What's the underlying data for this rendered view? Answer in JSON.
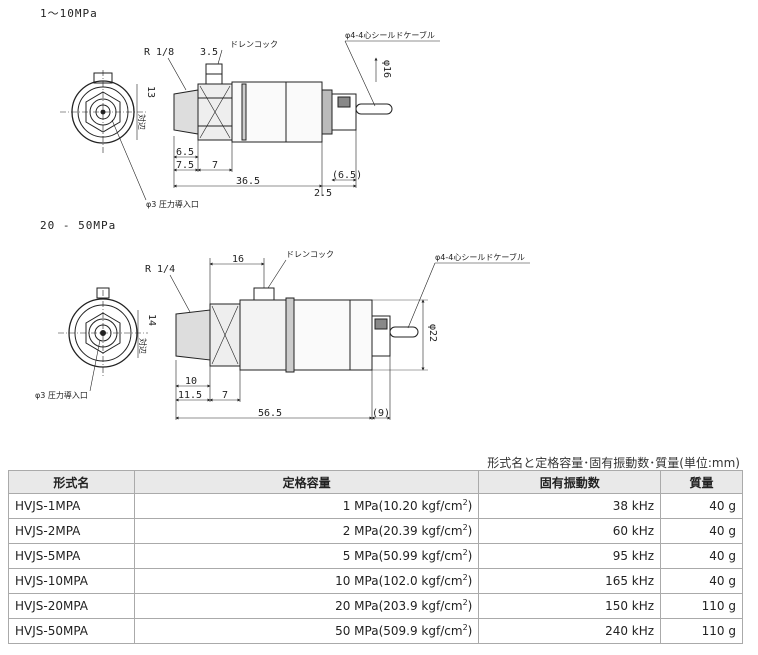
{
  "drawing_top": {
    "header": "1～10MPa",
    "r": "R 1/8",
    "d35": "3.5",
    "drain": "ドレンコック",
    "cable": "φ4-4心シールドケーブル",
    "phi16": "φ16",
    "d13": "13",
    "taikyo": "対辺",
    "d65": "6.5",
    "d75": "7.5",
    "d7": "7",
    "d365": "36.5",
    "d25": "2.5",
    "d65p": "(6.5)",
    "port": "φ3 圧力導入口"
  },
  "drawing_bottom": {
    "header": "20 - 50MPa",
    "r": "R 1/4",
    "d16": "16",
    "drain": "ドレンコック",
    "cable": "φ4-4心シールドケーブル",
    "d14": "14",
    "taikyo": "対辺",
    "phi22": "φ22",
    "d10": "10",
    "d115": "11.5",
    "d7": "7",
    "d565": "56.5",
    "d9p": "(9)",
    "port": "φ3 圧力導入口"
  },
  "table": {
    "caption": "形式名と定格容量･固有振動数･質量(単位:mm)",
    "headers": [
      "形式名",
      "定格容量",
      "固有振動数",
      "質量"
    ],
    "rows": [
      {
        "model": "HVJS-1MPA",
        "cap": "1 MPa(10.20 kgf/cm",
        "sup": "2",
        "close": ")",
        "freq": "38 kHz",
        "mass": "40 g"
      },
      {
        "model": "HVJS-2MPA",
        "cap": "2 MPa(20.39 kgf/cm",
        "sup": "2",
        "close": ")",
        "freq": "60 kHz",
        "mass": "40 g"
      },
      {
        "model": "HVJS-5MPA",
        "cap": "5 MPa(50.99 kgf/cm",
        "sup": "2",
        "close": ")",
        "freq": "95 kHz",
        "mass": "40 g"
      },
      {
        "model": "HVJS-10MPA",
        "cap": "10 MPa(102.0 kgf/cm",
        "sup": "2",
        "close": ")",
        "freq": "165 kHz",
        "mass": "40 g"
      },
      {
        "model": "HVJS-20MPA",
        "cap": "20 MPa(203.9 kgf/cm",
        "sup": "2",
        "close": ")",
        "freq": "150 kHz",
        "mass": "110 g"
      },
      {
        "model": "HVJS-50MPA",
        "cap": "50 MPa(509.9 kgf/cm",
        "sup": "2",
        "close": ")",
        "freq": "240 kHz",
        "mass": "110 g"
      }
    ]
  }
}
